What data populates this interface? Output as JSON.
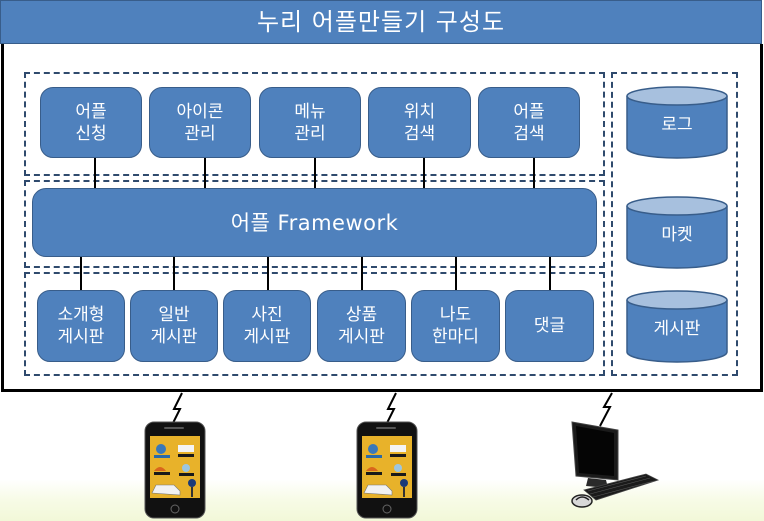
{
  "title": "누리 어플만들기 구성도",
  "top_modules": [
    {
      "label": "어플\n신청"
    },
    {
      "label": "아이콘\n관리"
    },
    {
      "label": "메뉴\n관리"
    },
    {
      "label": "위치\n검색"
    },
    {
      "label": "어플\n검색"
    }
  ],
  "framework": {
    "label": "어플   Framework"
  },
  "bottom_modules": [
    {
      "label": "소개형\n게시판"
    },
    {
      "label": "일반\n게시판"
    },
    {
      "label": "사진\n게시판"
    },
    {
      "label": "상품\n게시판"
    },
    {
      "label": "나도\n한마디"
    },
    {
      "label": "댓글"
    }
  ],
  "databases": [
    {
      "label": "로그"
    },
    {
      "label": "마켓"
    },
    {
      "label": "게시판"
    }
  ],
  "clients": [
    {
      "type": "smartphone"
    },
    {
      "type": "smartphone"
    },
    {
      "type": "desktop-pc"
    }
  ],
  "colors": {
    "box_fill": "#4f81bd",
    "box_border": "#385d8a",
    "dashed_border": "#2f4a6d"
  }
}
